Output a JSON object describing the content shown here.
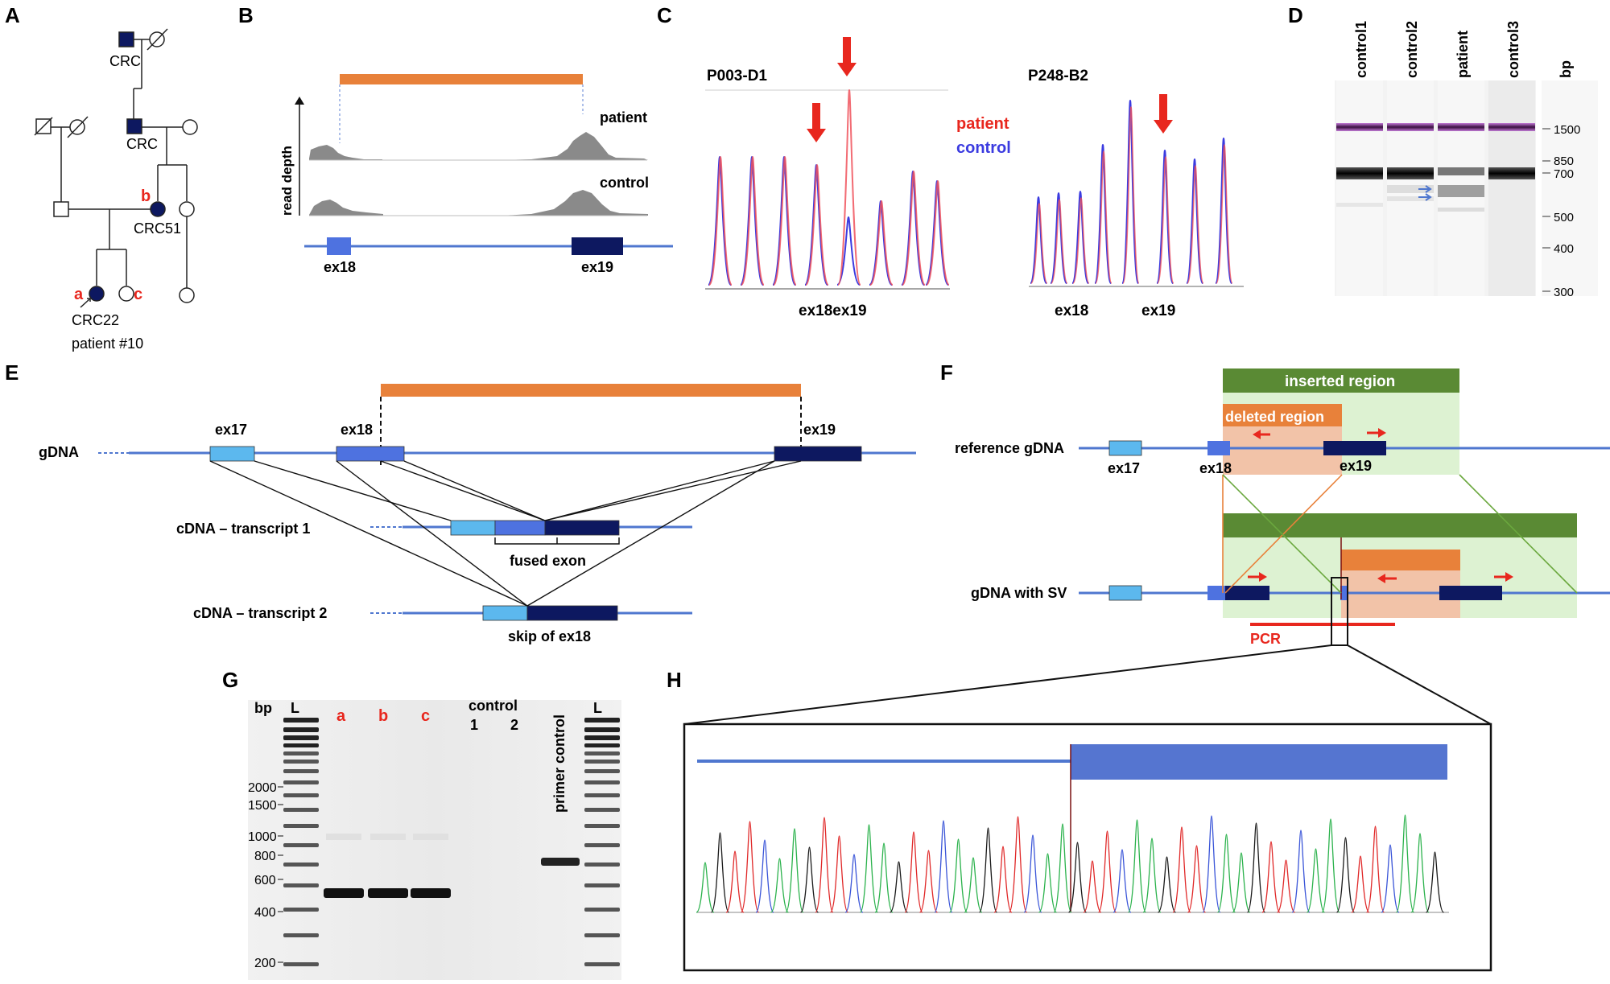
{
  "panels": {
    "A": {
      "letter": "A",
      "labels": {
        "crc_top": "CRC",
        "crc_mid": "CRC",
        "b": "b",
        "crc51": "CRC51",
        "a": "a",
        "c": "c",
        "crc22": "CRC22",
        "patient": "patient #10"
      }
    },
    "B": {
      "letter": "B",
      "ylabel": "read depth",
      "track_patient": "patient",
      "track_control": "control",
      "exon_left": "ex18",
      "exon_right": "ex19"
    },
    "C": {
      "letter": "C",
      "sample1": "P003-D1",
      "sample2": "P248-B2",
      "legend_patient": "patient",
      "legend_control": "control",
      "x1": "ex18ex19",
      "x2a": "ex18",
      "x2b": "ex19"
    },
    "D": {
      "letter": "D",
      "lanes": [
        "control1",
        "control2",
        "patient",
        "control3"
      ],
      "unit": "bp",
      "ladder": [
        "1500",
        "850",
        "700",
        "500",
        "400",
        "300"
      ]
    },
    "E": {
      "letter": "E",
      "gdna": "gDNA",
      "ex17": "ex17",
      "ex18": "ex18",
      "ex19": "ex19",
      "t1": "cDNA – transcript 1",
      "t2": "cDNA – transcript 2",
      "fused": "fused exon",
      "skip": "skip of ex18"
    },
    "F": {
      "letter": "F",
      "inserted": "inserted region",
      "deleted": "deleted region",
      "ref": "reference gDNA",
      "sv": "gDNA with SV",
      "ex17": "ex17",
      "ex18": "ex18",
      "ex19": "ex19",
      "pcr": "PCR"
    },
    "G": {
      "letter": "G",
      "bp": "bp",
      "L1": "L",
      "L2": "L",
      "a": "a",
      "b": "b",
      "c": "c",
      "control": "control",
      "c1": "1",
      "c2": "2",
      "primer": "primer control",
      "ladder": [
        "2000",
        "1500",
        "1000",
        "800",
        "600",
        "400",
        "200"
      ]
    },
    "H": {
      "letter": "H"
    }
  },
  "colors": {
    "orange": "#E8813A",
    "red": "#E8271E",
    "blue_line": "#4F77CF",
    "ex17": "#5CB8EE",
    "ex18": "#4E72E0",
    "ex19": "#0D1860",
    "green": "#5A8A34",
    "green_light": "#DDF2D2",
    "salmon": "#F2C3A8",
    "magenta": "#B246C8"
  }
}
